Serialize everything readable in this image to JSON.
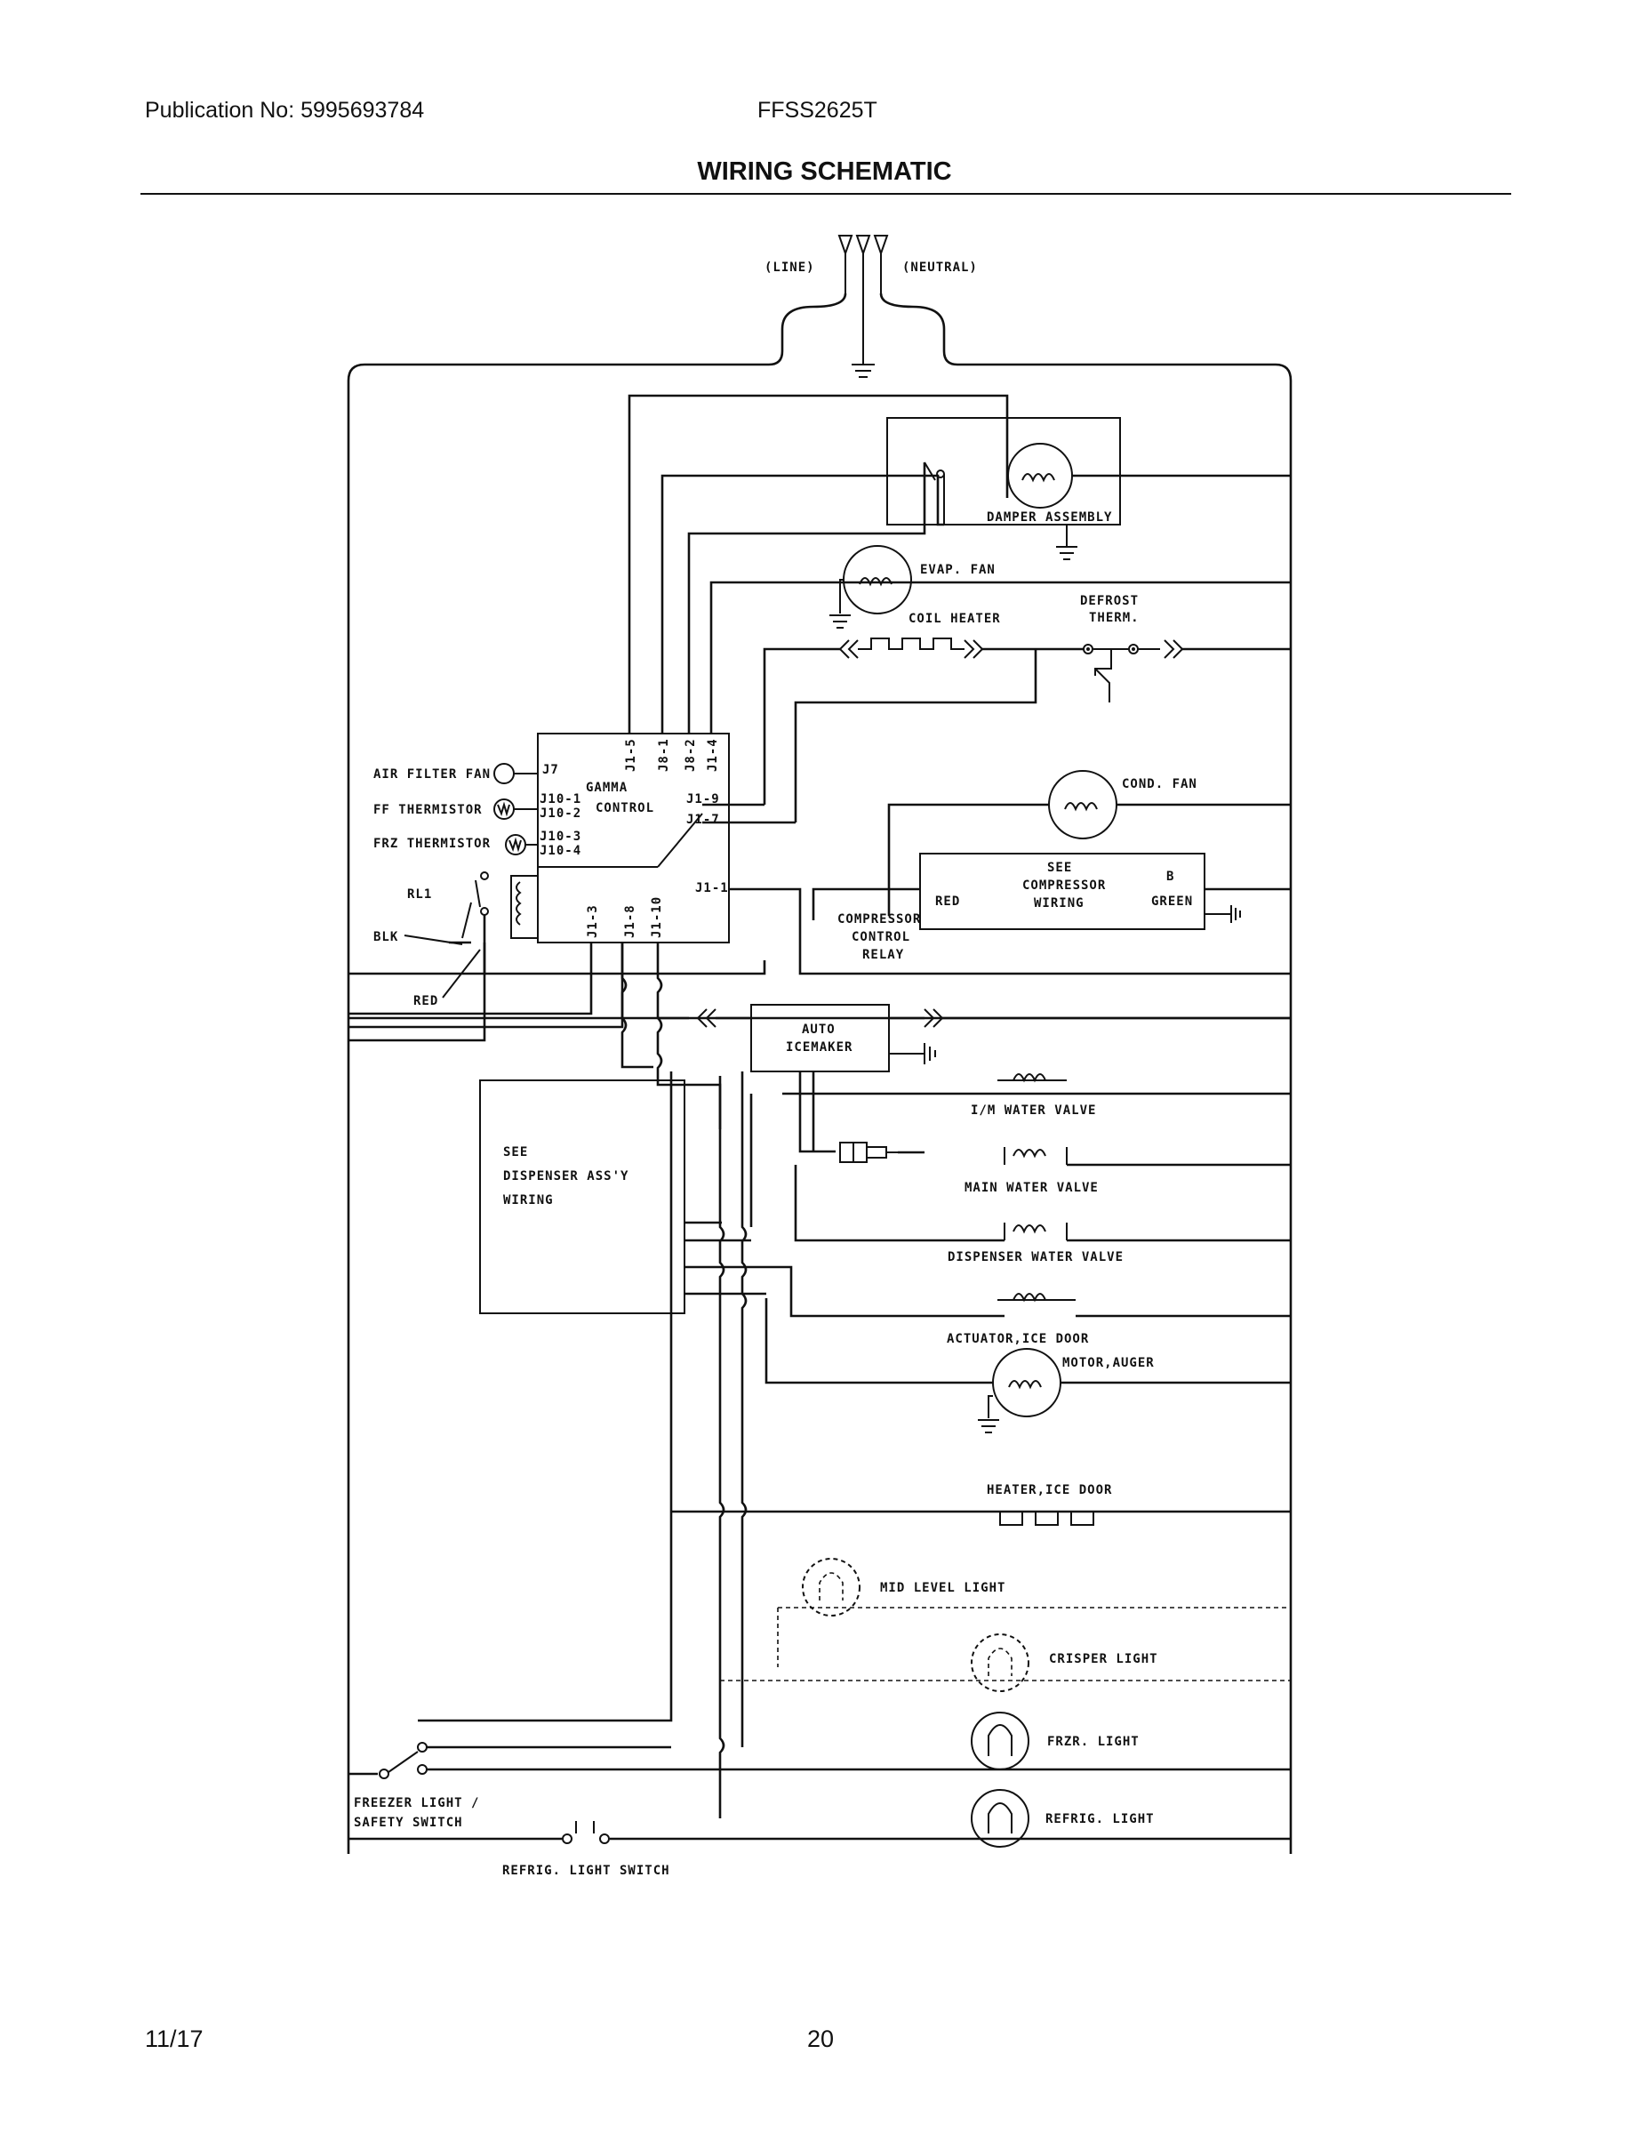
{
  "header": {
    "publication": "Publication No: 5995693784",
    "model": "FFSS2625T",
    "title": "WIRING SCHEMATIC"
  },
  "footer": {
    "date": "11/17",
    "page": "20"
  },
  "diagram": {
    "line": "(LINE)",
    "neutral": "(NEUTRAL)",
    "damper_assembly": "DAMPER ASSEMBLY",
    "evap_fan": "EVAP. FAN",
    "coil_heater": "COIL HEATER",
    "defrost_therm_1": "DEFROST",
    "defrost_therm_2": "THERM.",
    "cond_fan": "COND. FAN",
    "air_filter_fan": "AIR FILTER FAN",
    "ff_thermistor": "FF THERMISTOR",
    "frz_thermistor": "FRZ THERMISTOR",
    "rl1": "RL1",
    "blk": "BLK",
    "red_left": "RED",
    "gamma_1": "GAMMA",
    "gamma_2": "CONTROL",
    "j7": "J7",
    "j10_1": "J10-1",
    "j10_2": "J10-2",
    "j10_3": "J10-3",
    "j10_4": "J10-4",
    "j1_9": "J1-9",
    "j1_7": "J1-7",
    "j1_1": "J1-1",
    "j1_5": "J1-5",
    "j8_1": "J8-1",
    "j8_2": "J8-2",
    "j1_4": "J1-4",
    "j1_3": "J1-3",
    "j1_8": "J1-8",
    "j1_10": "J1-10",
    "see_comp_1": "SEE",
    "see_comp_2": "COMPRESSOR",
    "see_comp_3": "WIRING",
    "red_comp": "RED",
    "b_comp": "B",
    "green_comp": "GREEN",
    "relay_1": "COMPRESSOR",
    "relay_2": "CONTROL",
    "relay_3": "RELAY",
    "auto_1": "AUTO",
    "auto_2": "ICEMAKER",
    "im_water_valve": "I/M WATER VALVE",
    "main_water_valve": "MAIN WATER VALVE",
    "dispenser_water_valve": "DISPENSER WATER VALVE",
    "actuator_ice_door": "ACTUATOR,ICE DOOR",
    "motor_auger": "MOTOR,AUGER",
    "heater_ice_door": "HEATER,ICE DOOR",
    "disp_1": "SEE",
    "disp_2": "DISPENSER ASS'Y",
    "disp_3": "WIRING",
    "mid_level_light": "MID LEVEL LIGHT",
    "crisper_light": "CRISPER LIGHT",
    "frzr_light": "FRZR. LIGHT",
    "refrig_light": "REFRIG. LIGHT",
    "freezer_switch_1": "FREEZER LIGHT /",
    "freezer_switch_2": "SAFETY SWITCH",
    "refrig_light_switch": "REFRIG. LIGHT SWITCH"
  }
}
